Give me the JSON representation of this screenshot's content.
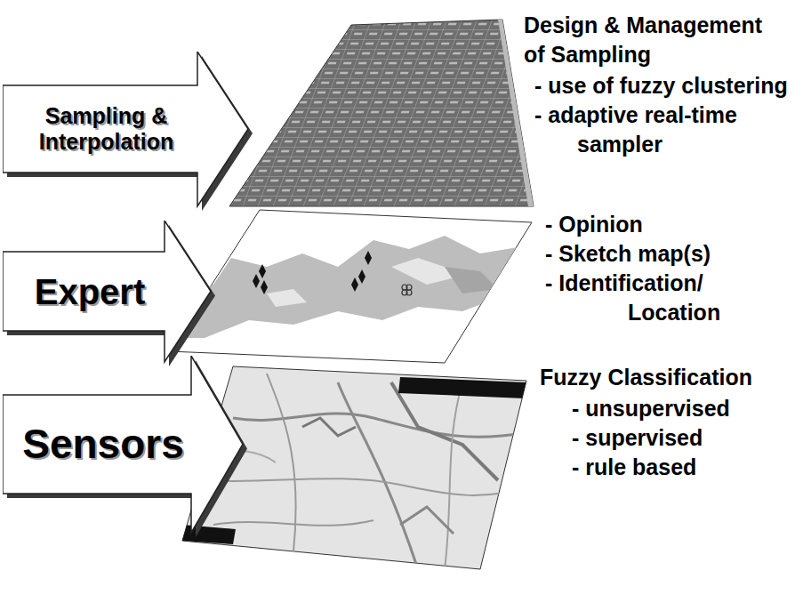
{
  "diagram": {
    "nodes": [
      {
        "text": [
          "Sampling & Interpolation"
        ]
      },
      {
        "text": [
          "Expert"
        ]
      },
      {
        "text": [
          "Sensors"
        ]
      }
    ],
    "labels": [
      "Design & Management of Sampling",
      "- use of fuzzy clustering",
      "- adaptive real-time sampler",
      "- Opinion",
      "- Sketch map(s)",
      "- Identification/ Location",
      "Fuzzy Classification",
      "- unsupervised",
      "- supervised",
      "- rule based"
    ]
  }
}
